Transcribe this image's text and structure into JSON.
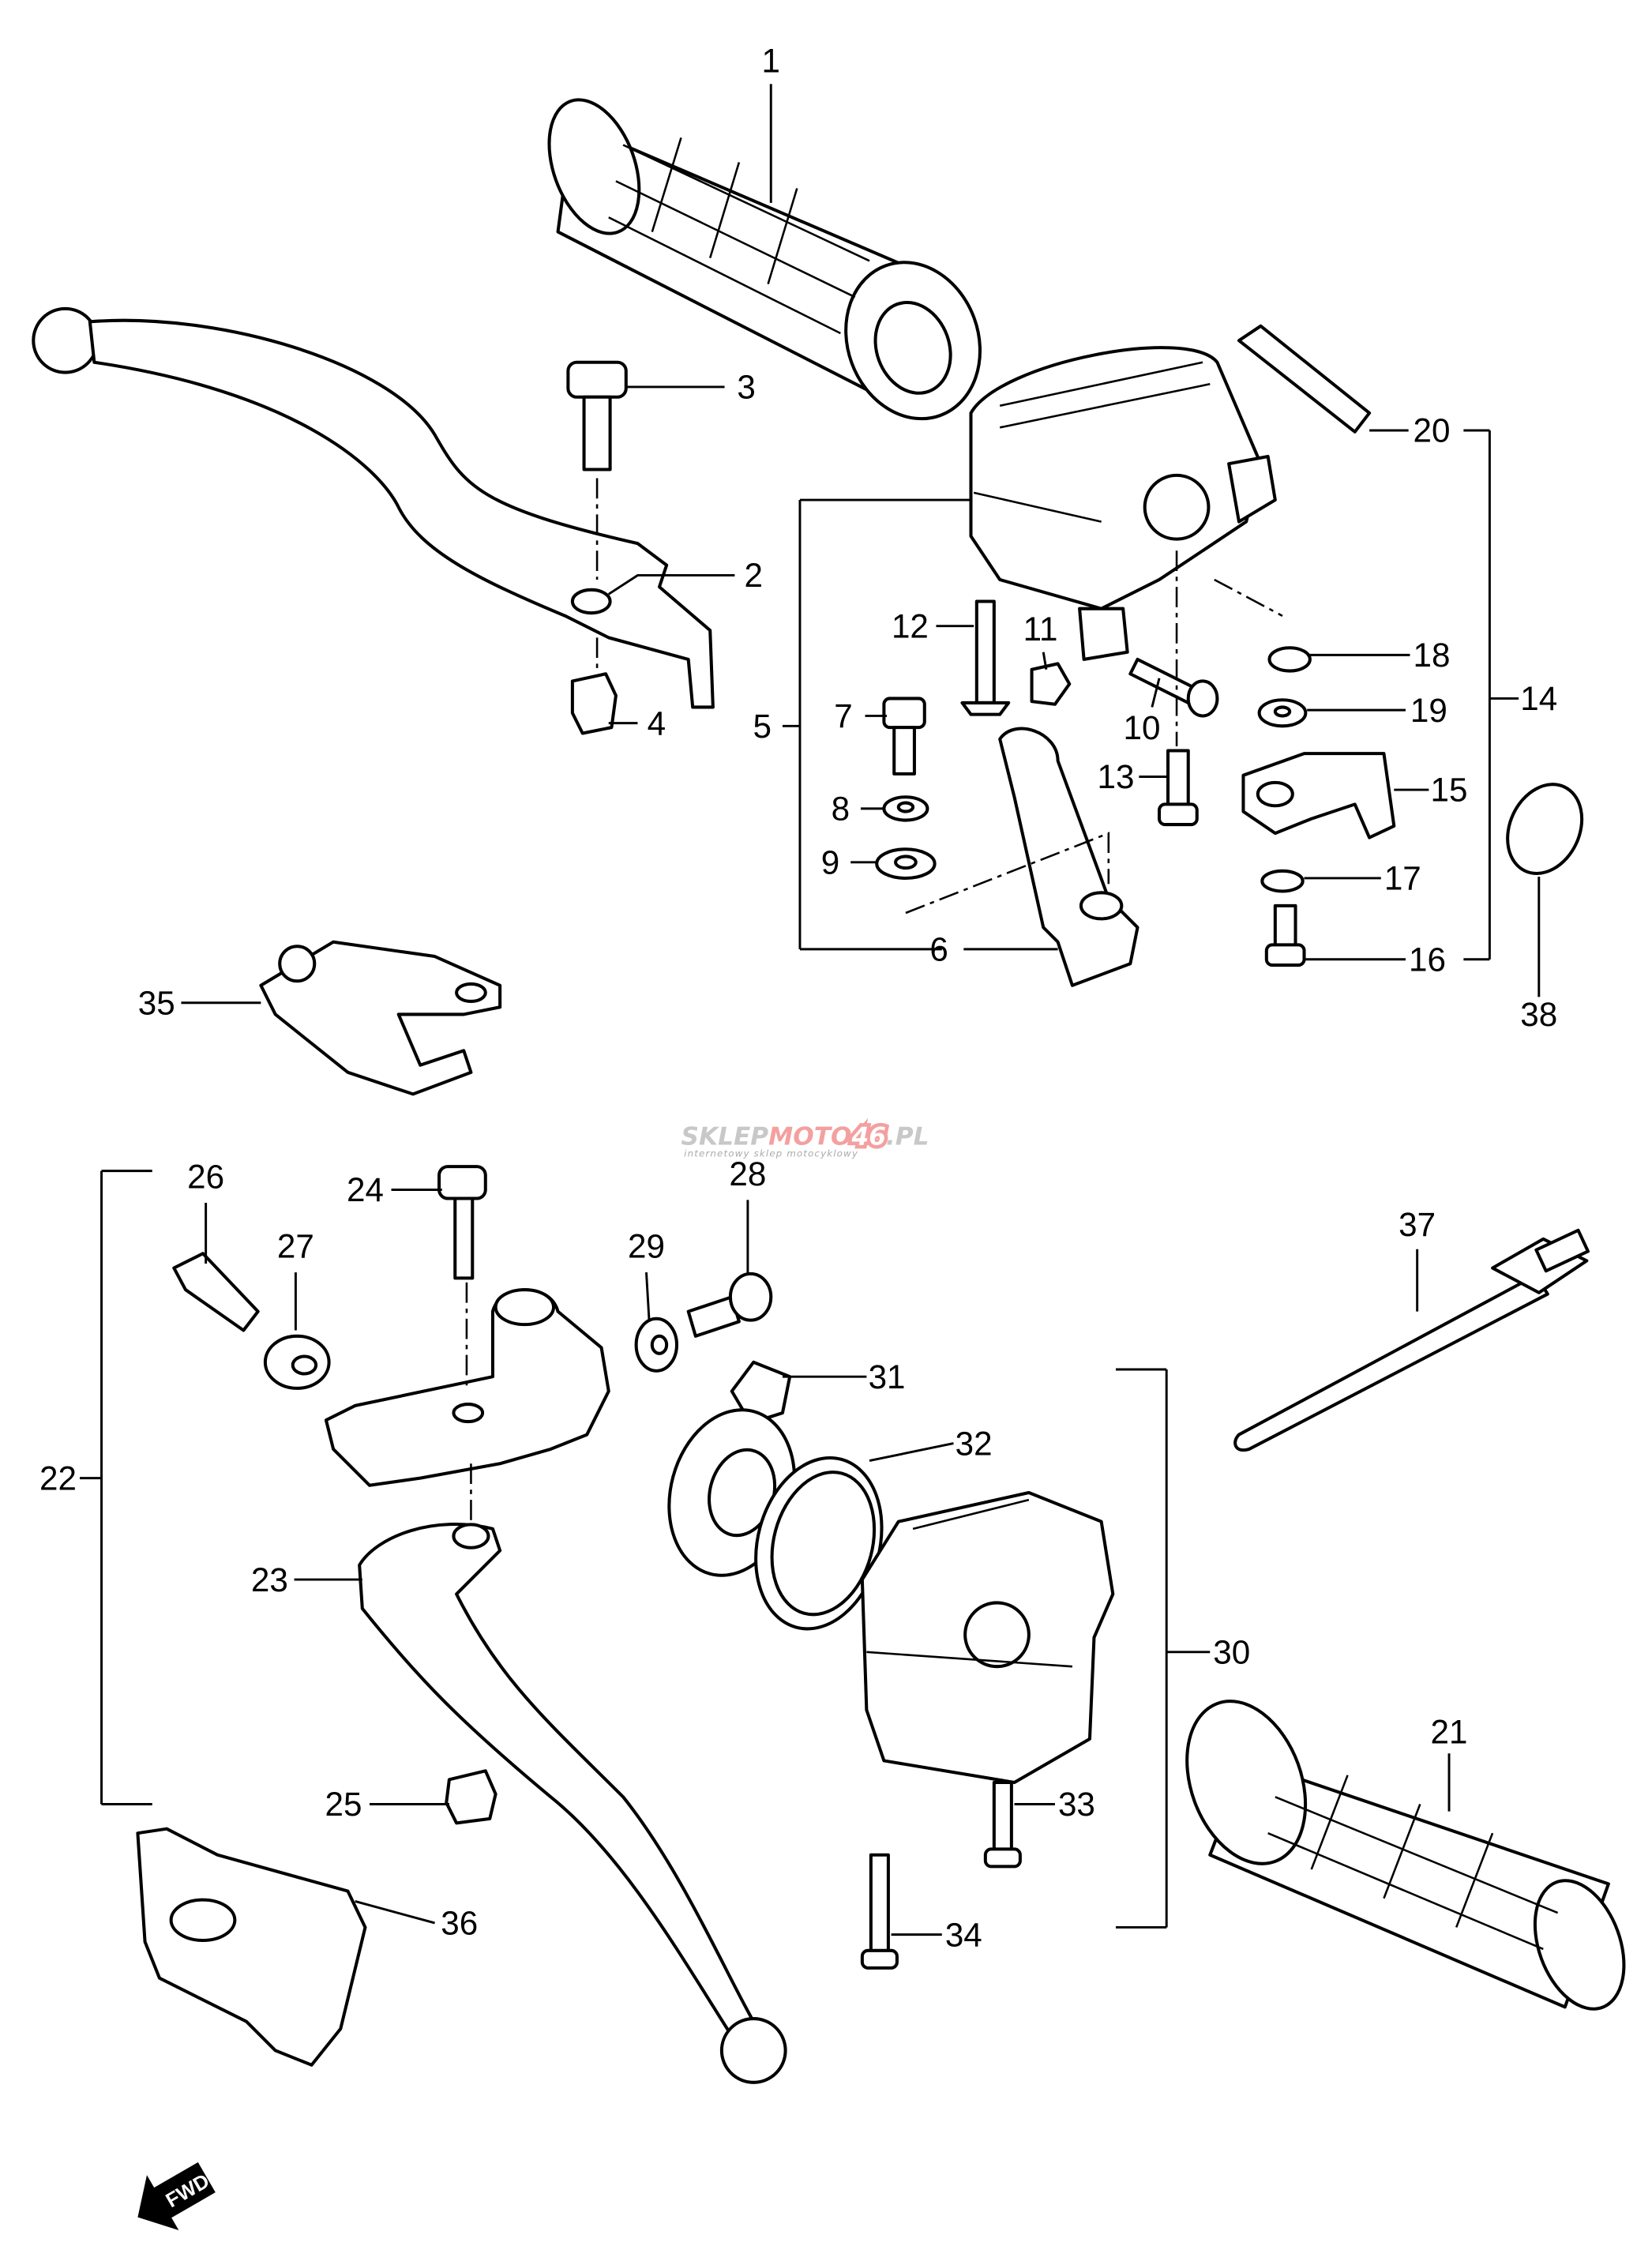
{
  "callouts": [
    "1",
    "2",
    "3",
    "4",
    "5",
    "6",
    "7",
    "8",
    "9",
    "10",
    "11",
    "12",
    "13",
    "14",
    "15",
    "16",
    "17",
    "18",
    "19",
    "20",
    "21",
    "22",
    "23",
    "24",
    "25",
    "26",
    "27",
    "28",
    "29",
    "30",
    "31",
    "32",
    "33",
    "34",
    "35",
    "36",
    "37",
    "38"
  ],
  "watermark": {
    "brand_gray1": "SKLEP",
    "brand_red": "MOTO",
    "brand_num": "46",
    "brand_gray2": ".PL",
    "tagline": "internetowy sklep motocyklowy",
    "gray_color": "#c8c8c8",
    "red_color": "#f4a0a0"
  },
  "fwd_arrow": {
    "label": "FWD"
  }
}
